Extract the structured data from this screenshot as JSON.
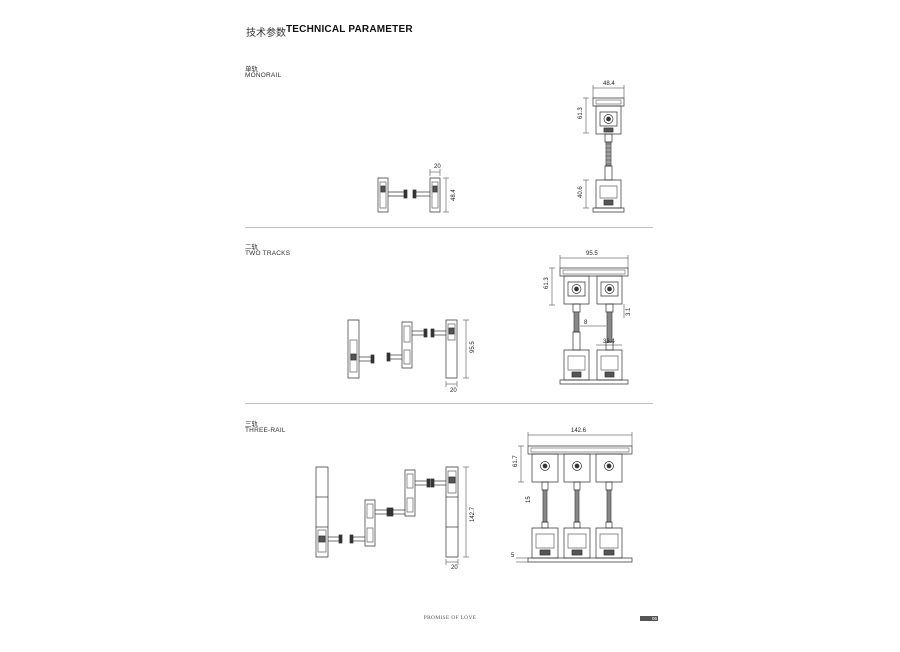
{
  "header": {
    "title_cn": "技术参数",
    "title_en": "TECHNICAL PARAMETER"
  },
  "sections": [
    {
      "name_cn": "单轨",
      "name_en": "MONORAIL",
      "dims": {
        "small_width": "20",
        "small_height": "48.4",
        "top_width": "48.4",
        "upper_height": "61.3",
        "lower_height": "40.6"
      }
    },
    {
      "name_cn": "二轨",
      "name_en": "TWO TRACKS",
      "dims": {
        "total_width": "95.5",
        "upper_height": "61.3",
        "side_height": "95.5",
        "side_width": "20",
        "gap": "8",
        "inner": "33.4",
        "right_gap": "3.1"
      }
    },
    {
      "name_cn": "三轨",
      "name_en": "THREE-RAIL",
      "dims": {
        "total_width": "142.6",
        "upper_height": "61.7",
        "side_height": "142.7",
        "side_width": "20",
        "small_a": "5",
        "small_b": "15"
      }
    }
  ],
  "footer": {
    "tagline": "PROMISE OF LOVE",
    "page_number": "06"
  }
}
